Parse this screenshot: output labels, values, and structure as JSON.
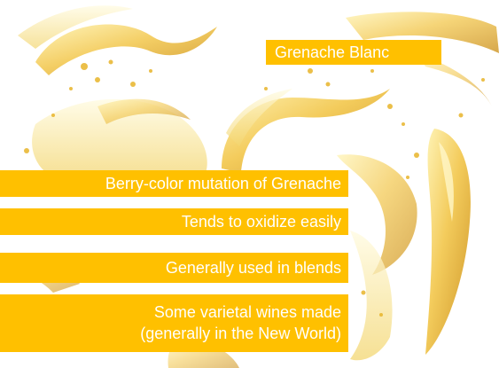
{
  "slide": {
    "title": "Grenache Blanc",
    "bullets": [
      "Berry-color mutation of Grenache",
      "Tends to oxidize easily",
      "Generally used in blends"
    ],
    "last_bullet_lines": [
      "Some varietal wines made",
      "(generally in the New World)"
    ]
  },
  "colors": {
    "label_background": "#ffc000",
    "label_text": "#ffffff"
  }
}
